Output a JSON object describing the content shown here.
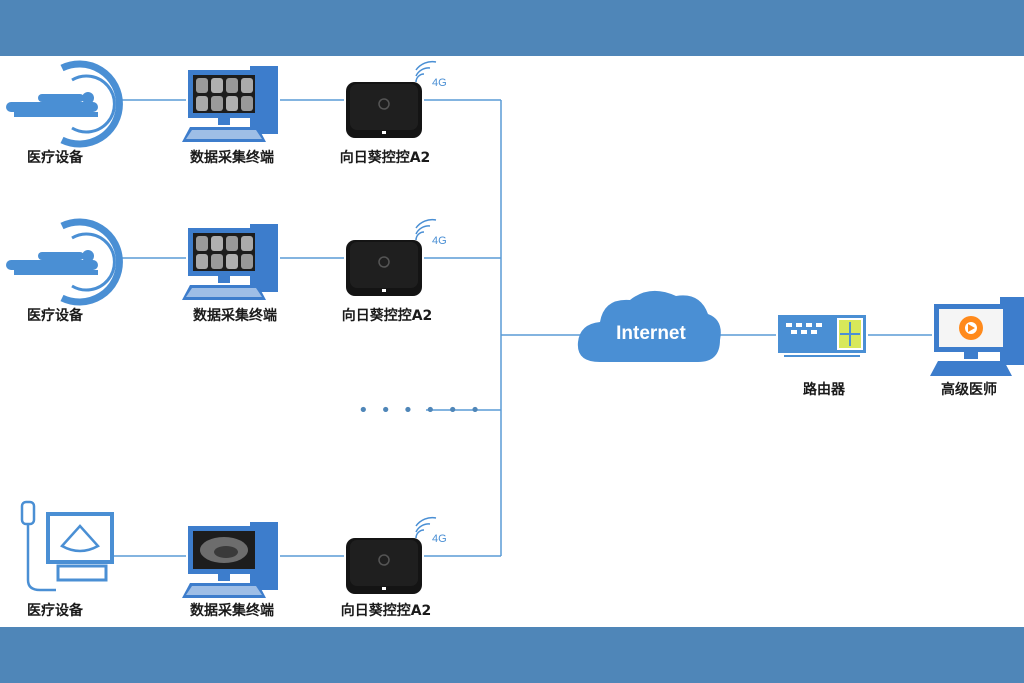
{
  "colors": {
    "band": "#4f86b8",
    "accent": "#4a8fd4",
    "line": "#5a9bd6",
    "device_dark": "#141414"
  },
  "rows": [
    {
      "device_label": "医疗设备",
      "terminal_label": "数据采集终端",
      "controller_label": "向日葵控控A2",
      "signal_label": "4G",
      "device_icon": "ct-scanner-icon"
    },
    {
      "device_label": "医疗设备",
      "terminal_label": "数据采集终端",
      "controller_label": "向日葵控控A2",
      "signal_label": "4G",
      "device_icon": "ct-scanner-icon"
    },
    {
      "device_label": "医疗设备",
      "terminal_label": "数据采集终端",
      "controller_label": "向日葵控控A2",
      "signal_label": "4G",
      "device_icon": "ultrasound-machine-icon"
    }
  ],
  "ellipsis": "• • • • • •",
  "network": {
    "cloud_label": "Internet",
    "router_label": "路由器",
    "doctor_label": "高级医师"
  }
}
